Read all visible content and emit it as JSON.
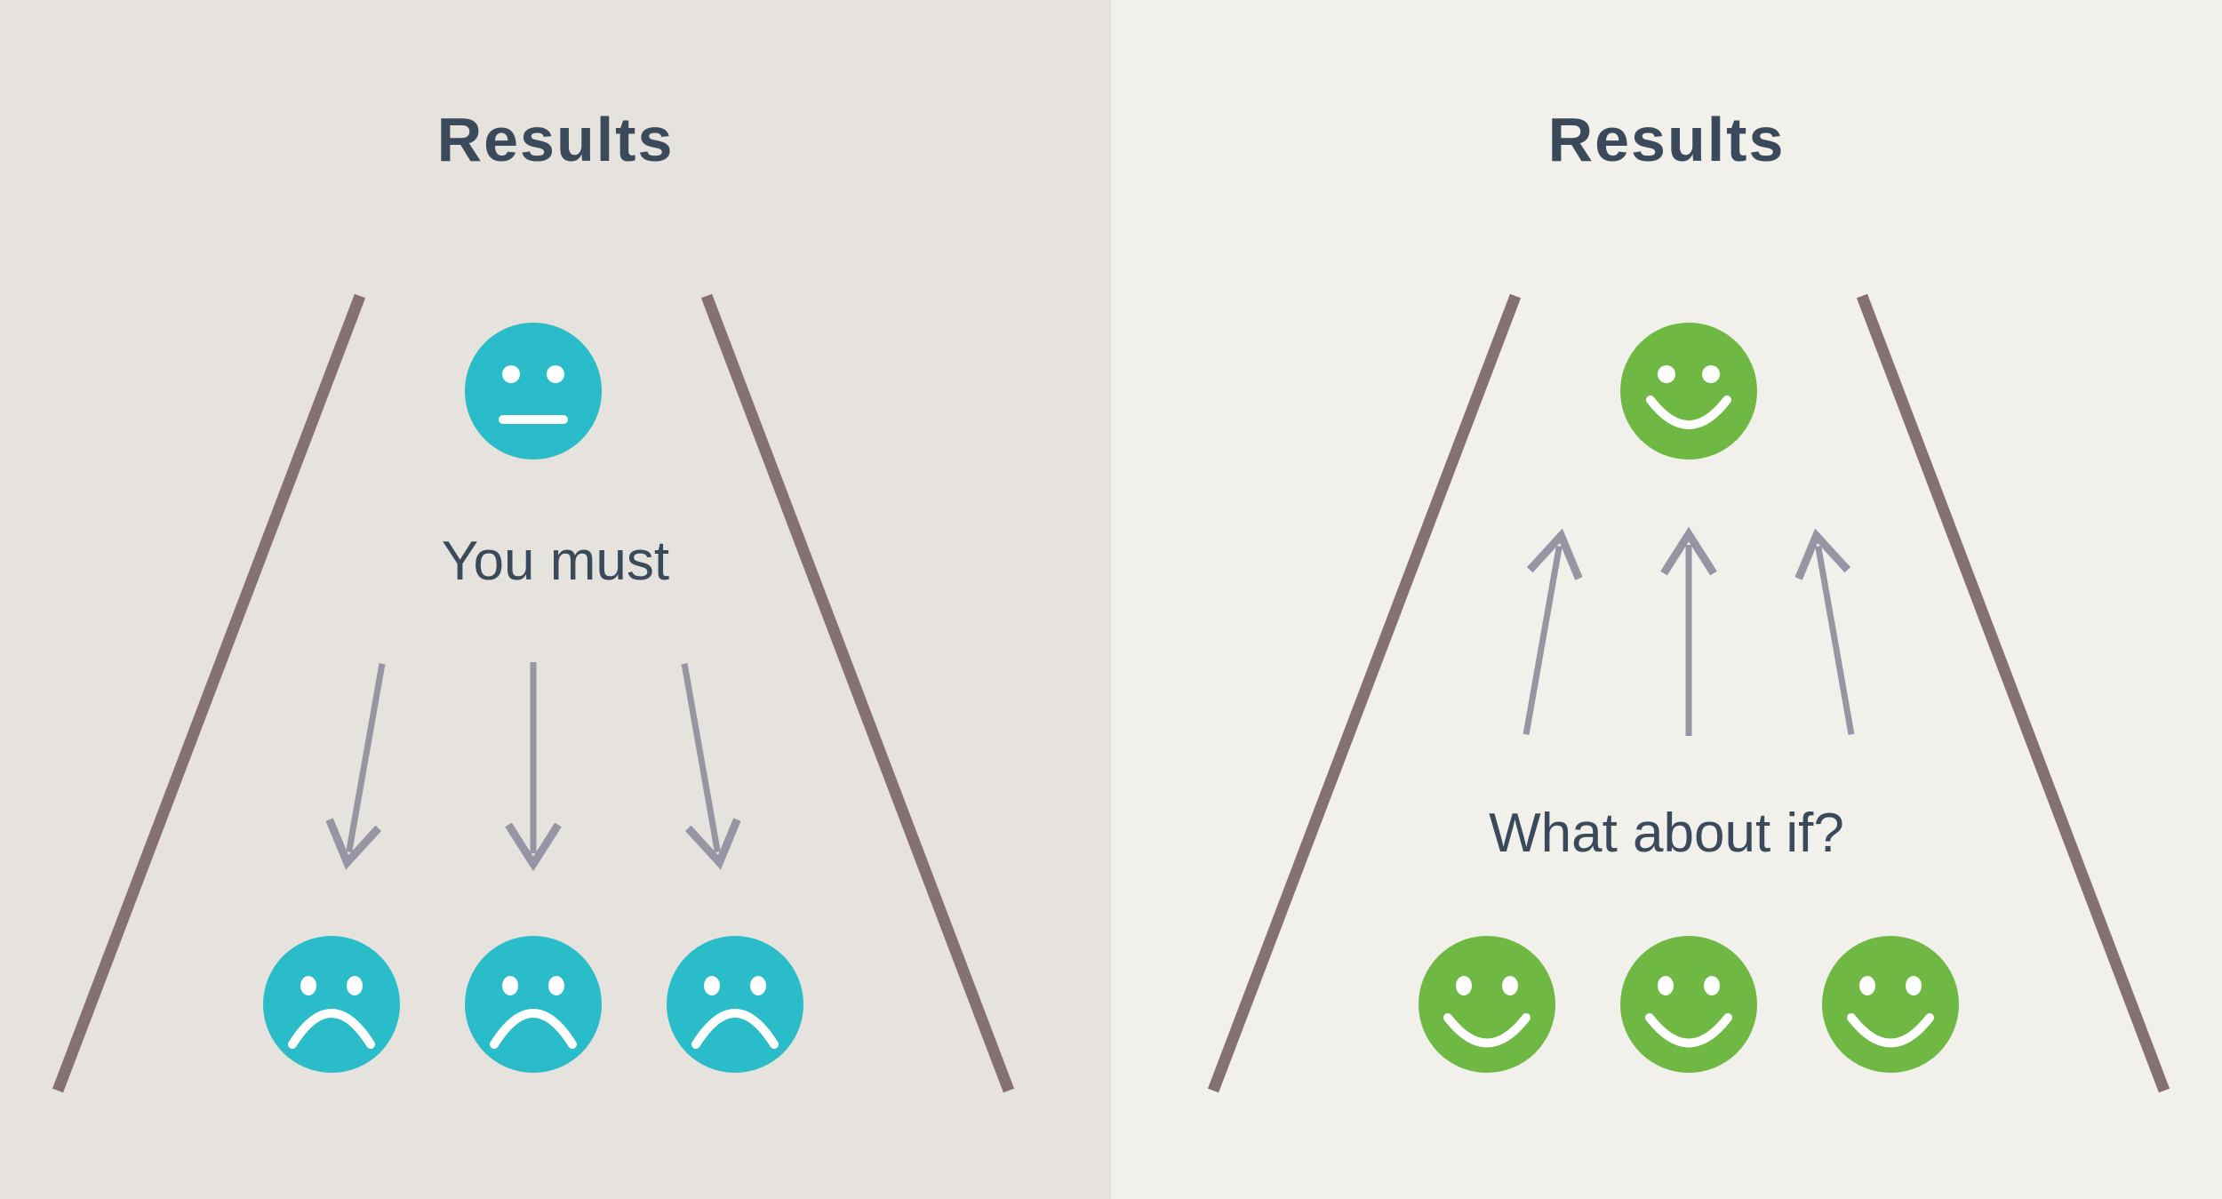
{
  "colors": {
    "bg-left": "#e6e2dd",
    "bg-right": "#f2f0eb",
    "teal": "#2abcc8",
    "green": "#6eb843",
    "text": "#3b4a5a",
    "arrow": "#9595a3",
    "line": "#857174"
  },
  "panels": [
    {
      "id": "before",
      "title": "Results",
      "caption": "You must",
      "top_face": "neutral-face",
      "bottom_faces": "sad-face",
      "arrow_direction": "down",
      "face_color": "#2abcc8",
      "bottom_face_count": 3,
      "arrow_count": 3
    },
    {
      "id": "after",
      "title": "Results",
      "caption": "What about if?",
      "top_face": "happy-face",
      "bottom_faces": "happy-face",
      "arrow_direction": "up",
      "face_color": "#6eb843",
      "bottom_face_count": 3,
      "arrow_count": 3
    }
  ]
}
